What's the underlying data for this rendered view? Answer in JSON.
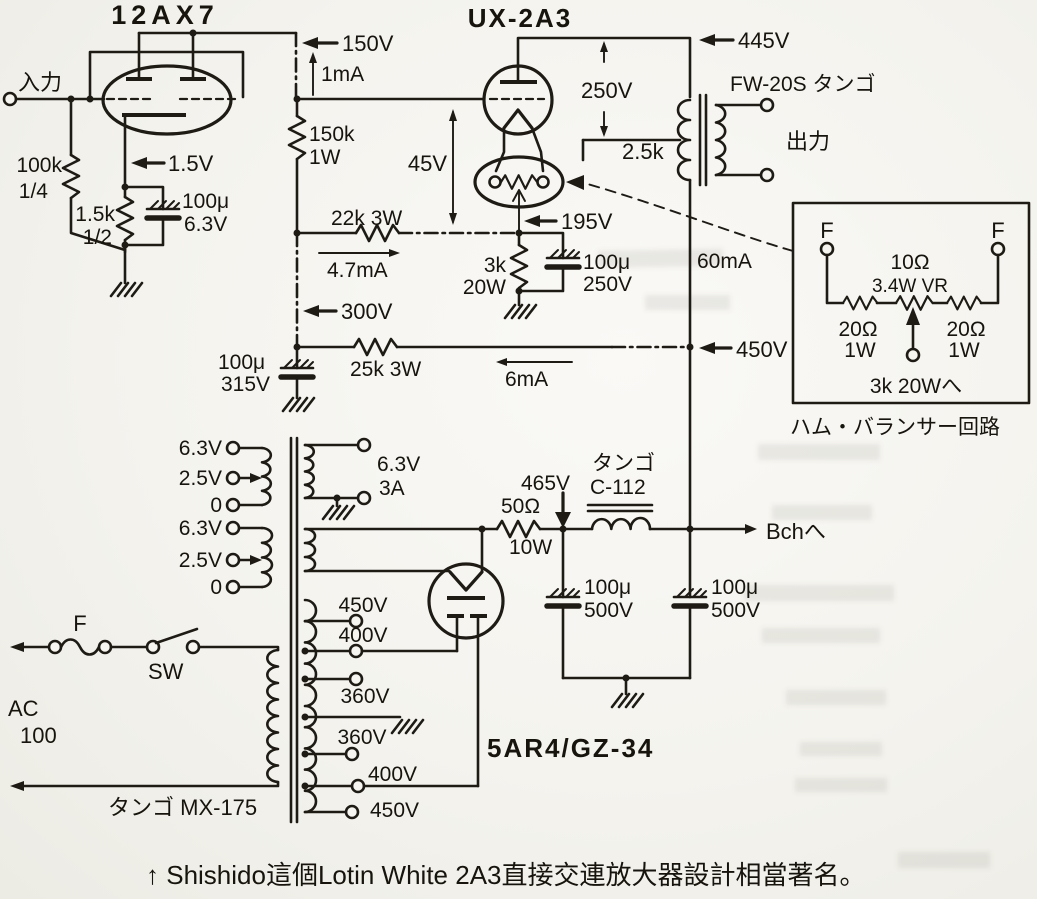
{
  "colors": {
    "ink": "#1e1b15",
    "paper": "#f4f3ee"
  },
  "caption": "↑ Shishido這個Lotin White 2A3直接交連放大器設計相當著名。",
  "schematic": {
    "tubes": {
      "preamp": "12AX7",
      "power": "UX-2A3",
      "rectifier": "5AR4/GZ-34"
    },
    "terminals": {
      "input": "入力",
      "output": "出力",
      "b_supply": "Bchへ",
      "ac_label": "AC",
      "ac_value": "100",
      "fuse": "F",
      "switch": "SW"
    },
    "transformers": {
      "output": "FW-20S タンゴ",
      "power": "タンゴ MX-175",
      "choke_brand": "タンゴ",
      "choke_model": "C-112",
      "primary_load": "2.5k"
    },
    "voltages": {
      "v150": "150V",
      "v45": "45V",
      "v250": "250V",
      "v445": "445V",
      "v300": "300V",
      "v195": "195V",
      "v450": "450V",
      "v465": "465V",
      "bias": "1.5V"
    },
    "currents": {
      "i1ma": "1mA",
      "i4_7ma": "4.7mA",
      "i6ma": "6mA",
      "i60ma": "60mA"
    },
    "resistors": {
      "r100k": {
        "value": "100k",
        "watt": "1/4"
      },
      "r1k5": {
        "value": "1.5k",
        "watt": "1/2"
      },
      "r150k": {
        "value": "150k",
        "watt": "1W"
      },
      "r22k": "22k 3W",
      "r25k": "25k 3W",
      "r3k": {
        "value": "3k",
        "watt": "20W"
      },
      "r50": {
        "value": "50Ω",
        "watt": "10W"
      }
    },
    "capacitors": {
      "c1": {
        "value": "100μ",
        "volt": "6.3V"
      },
      "c2": {
        "value": "100μ",
        "volt": "250V"
      },
      "c3": {
        "value": "100μ",
        "volt": "315V"
      },
      "c4": {
        "value": "100μ",
        "volt": "500V"
      },
      "c5": {
        "value": "100μ",
        "volt": "500V"
      }
    },
    "power_transformer_taps": {
      "sec1": [
        "6.3V",
        "2.5V",
        "0"
      ],
      "sec2": [
        "6.3V",
        "2.5V",
        "0"
      ],
      "heater": {
        "v": "6.3V",
        "a": "3A"
      },
      "hv": [
        "450V",
        "400V",
        "360V",
        "360V",
        "400V",
        "450V"
      ]
    },
    "hum_balancer": {
      "f_left": "F",
      "f_right": "F",
      "pot": "10Ω",
      "pot_rating": "3.4W VR",
      "r_left": {
        "value": "20Ω",
        "watt": "1W"
      },
      "r_right": {
        "value": "20Ω",
        "watt": "1W"
      },
      "to": "3k 20Wへ",
      "caption": "ハム・バランサー回路"
    }
  }
}
